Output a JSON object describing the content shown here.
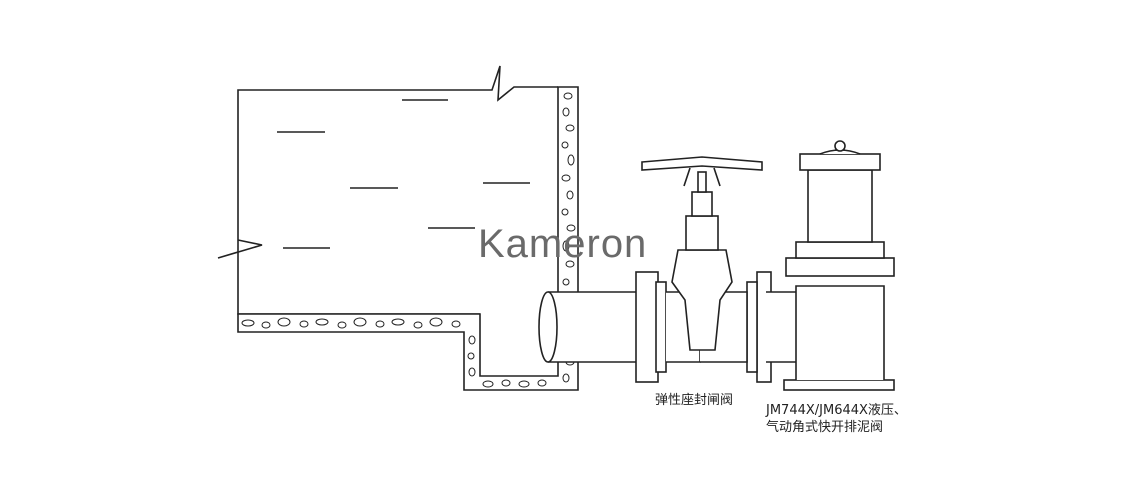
{
  "watermark": "Kameron",
  "labels": {
    "gate_valve": "弹性座封闸阀",
    "mud_valve_line1": "JM744X/JM644X液压、",
    "mud_valve_line2": "气动角式快开排泥阀"
  }
}
